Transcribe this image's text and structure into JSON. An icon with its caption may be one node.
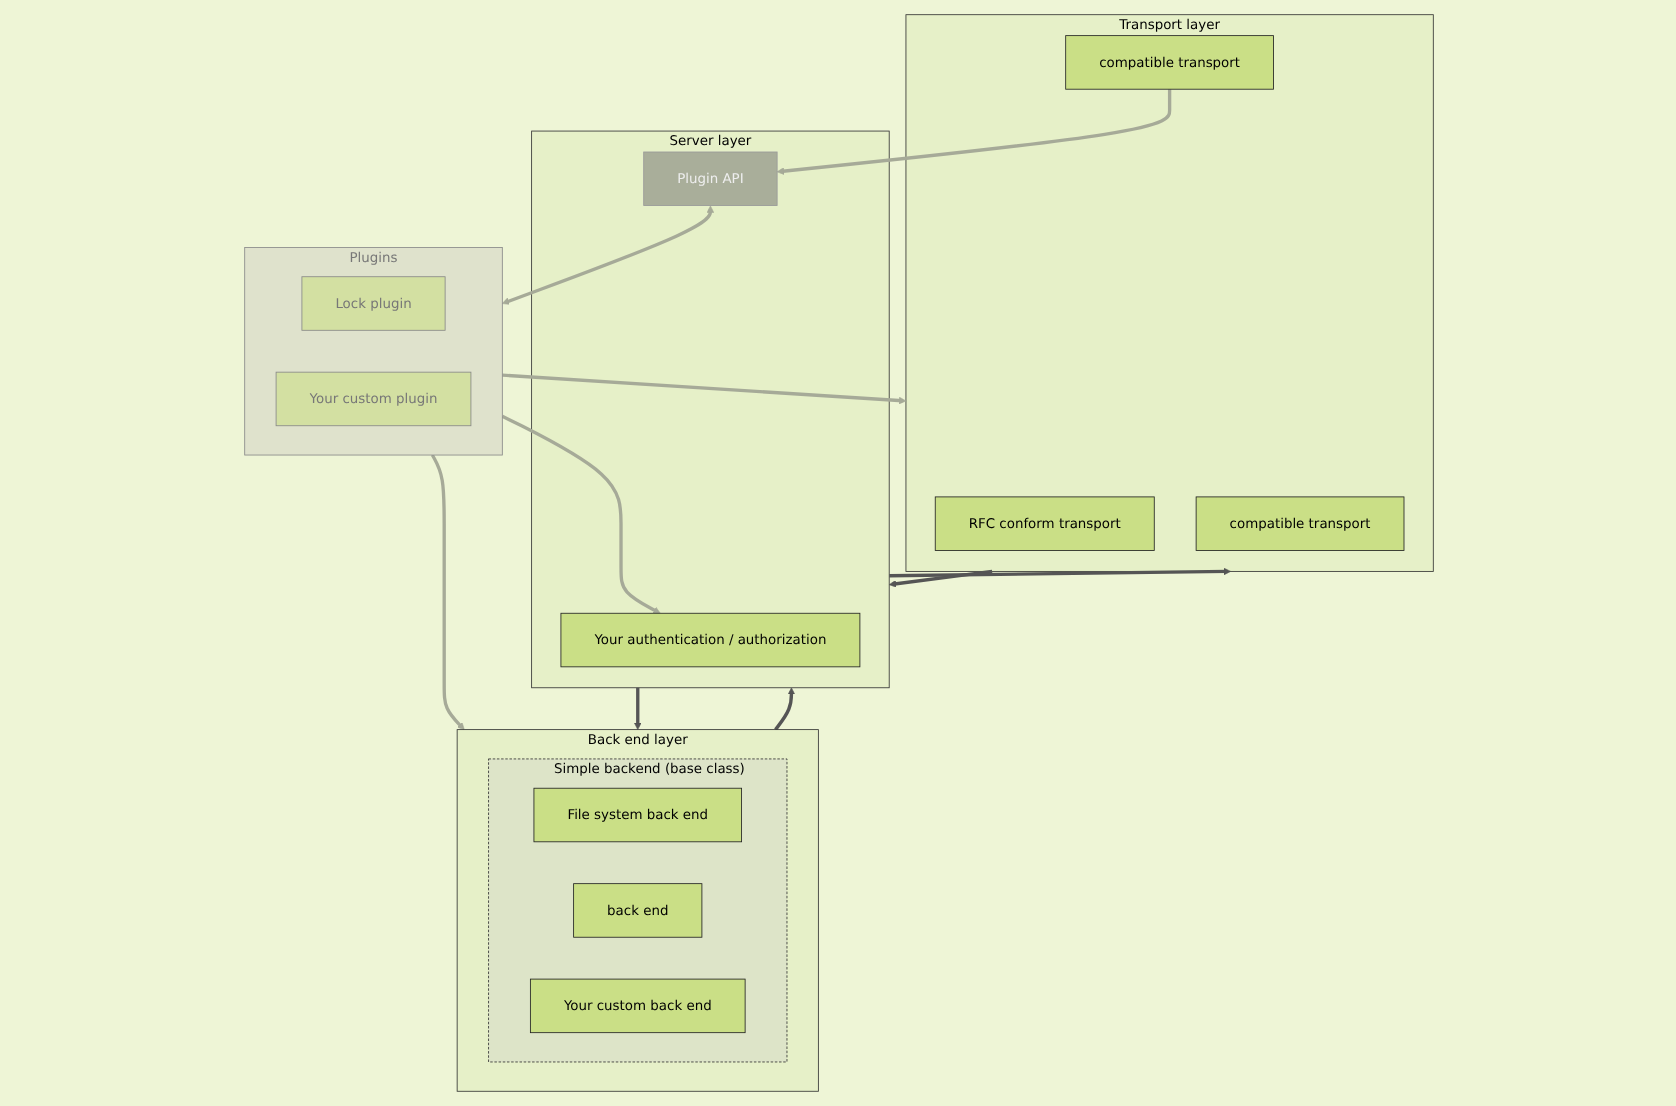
{
  "diagram": {
    "nodes": [
      {
        "text": [
          "Transport layer"
        ]
      },
      {
        "text": [
          "RFC conform transport"
        ],
        "in": 0
      },
      {
        "text": [
          "compatible transport"
        ],
        "in": 0
      },
      {
        "text": [
          "compatible transport"
        ],
        "in": 0
      },
      {
        "text": [
          "Server layer"
        ]
      },
      {
        "text": [
          "Your authentication / authorization"
        ],
        "in": 4
      },
      {
        "text": [
          "Plugin API"
        ],
        "in": 4
      },
      {
        "text": [
          "Back end layer"
        ]
      },
      {
        "text": [
          "Simple backend (base class)"
        ],
        "in": 7
      },
      {
        "text": [
          "File system back end"
        ],
        "in": 8
      },
      {
        "text": [
          "back end"
        ],
        "in": 8
      },
      {
        "text": [
          "Your custom back end"
        ],
        "in": 8
      },
      {
        "text": [
          "Plugins"
        ]
      },
      {
        "text": [
          "Lock plugin"
        ],
        "in": 12
      },
      {
        "text": [
          "Your custom plugin"
        ],
        "in": 12
      }
    ],
    "edges": [
      {
        "from": 0,
        "to": 4,
        "arrow": "to",
        "color": "#555555"
      },
      {
        "from": 4,
        "to": 0,
        "arrow": "to",
        "color": "#555555"
      },
      {
        "from": 3,
        "to": 6,
        "arrow": "to"
      },
      {
        "from": 6,
        "to": 12,
        "arrow": "both"
      },
      {
        "from": 12,
        "to": 0,
        "arrow": "to"
      },
      {
        "from": 12,
        "to": 5,
        "arrow": "to"
      },
      {
        "from": 4,
        "to": 7,
        "arrow": "to",
        "color": "#555555"
      },
      {
        "from": 7,
        "to": 4,
        "arrow": "to",
        "color": "#555555"
      },
      {
        "from": 12,
        "to": 7,
        "arrow": "to"
      }
    ]
  }
}
